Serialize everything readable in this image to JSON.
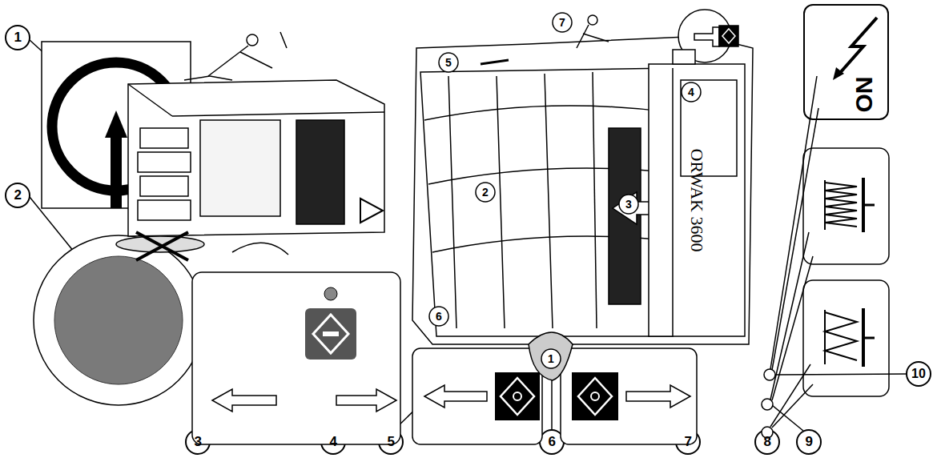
{
  "diagram": {
    "nodes": [
      {
        "text": [
          "ON"
        ]
      }
    ],
    "labels": [
      "1",
      "2",
      "3",
      "4",
      "5",
      "6",
      "7",
      "8",
      "9",
      "10",
      "7",
      "4",
      "5",
      "2",
      "3",
      "6",
      "1",
      "ORWAK 3600"
    ]
  }
}
